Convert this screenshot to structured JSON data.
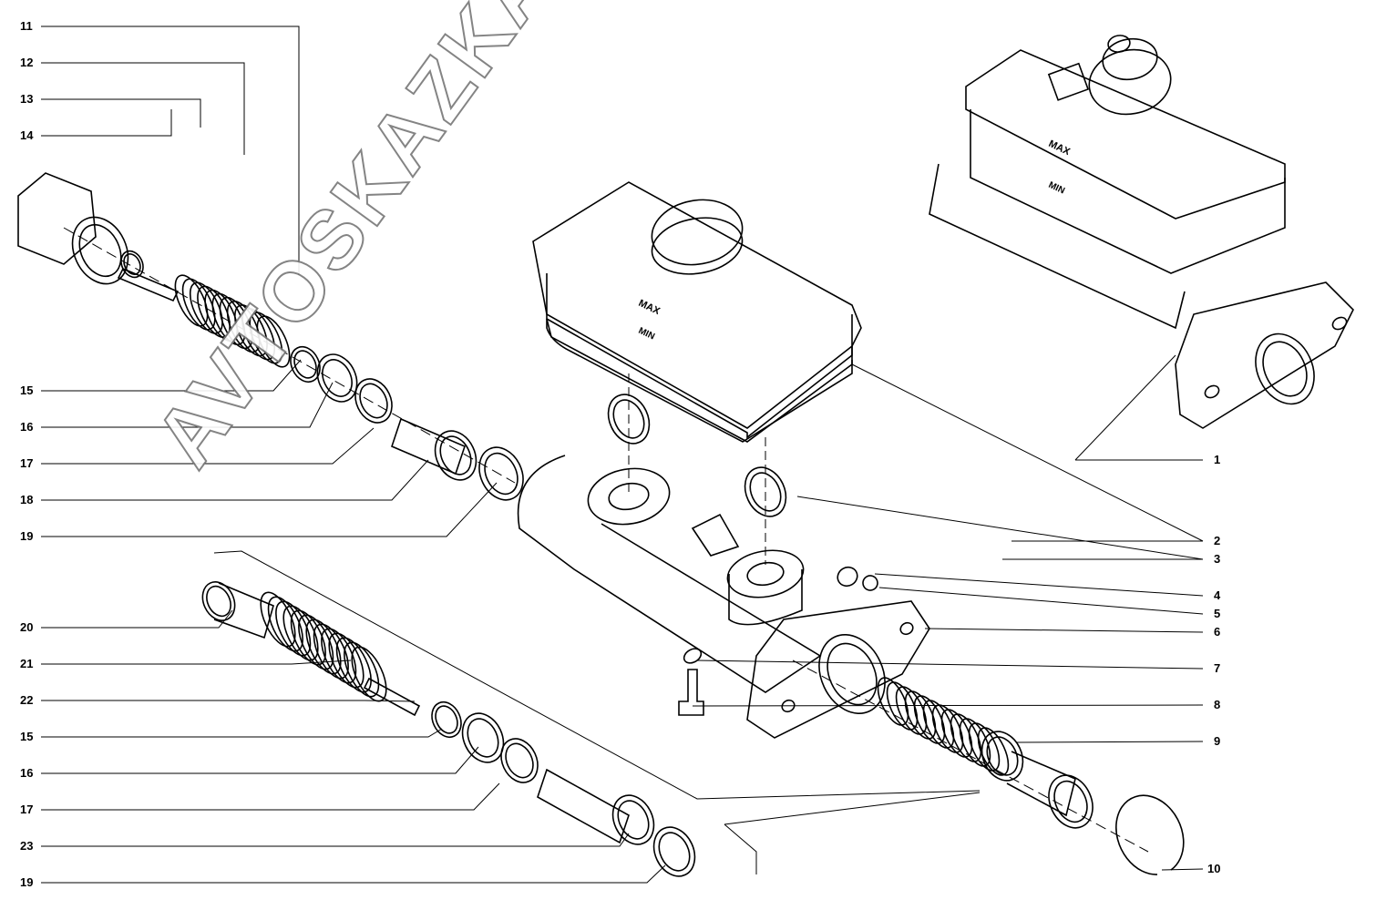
{
  "diagram": {
    "title_marks": {
      "max": "MAX",
      "min": "MIN"
    },
    "watermark": "AVTOSKAZKA.CAT.ONLINE",
    "left_callouts": [
      "11",
      "12",
      "13",
      "14",
      "15",
      "16",
      "17",
      "18",
      "19",
      "20",
      "21",
      "22",
      "15",
      "16",
      "17",
      "23",
      "19"
    ],
    "right_callouts": [
      "1",
      "2",
      "3",
      "4",
      "5",
      "6",
      "7",
      "8",
      "9",
      "10"
    ]
  }
}
